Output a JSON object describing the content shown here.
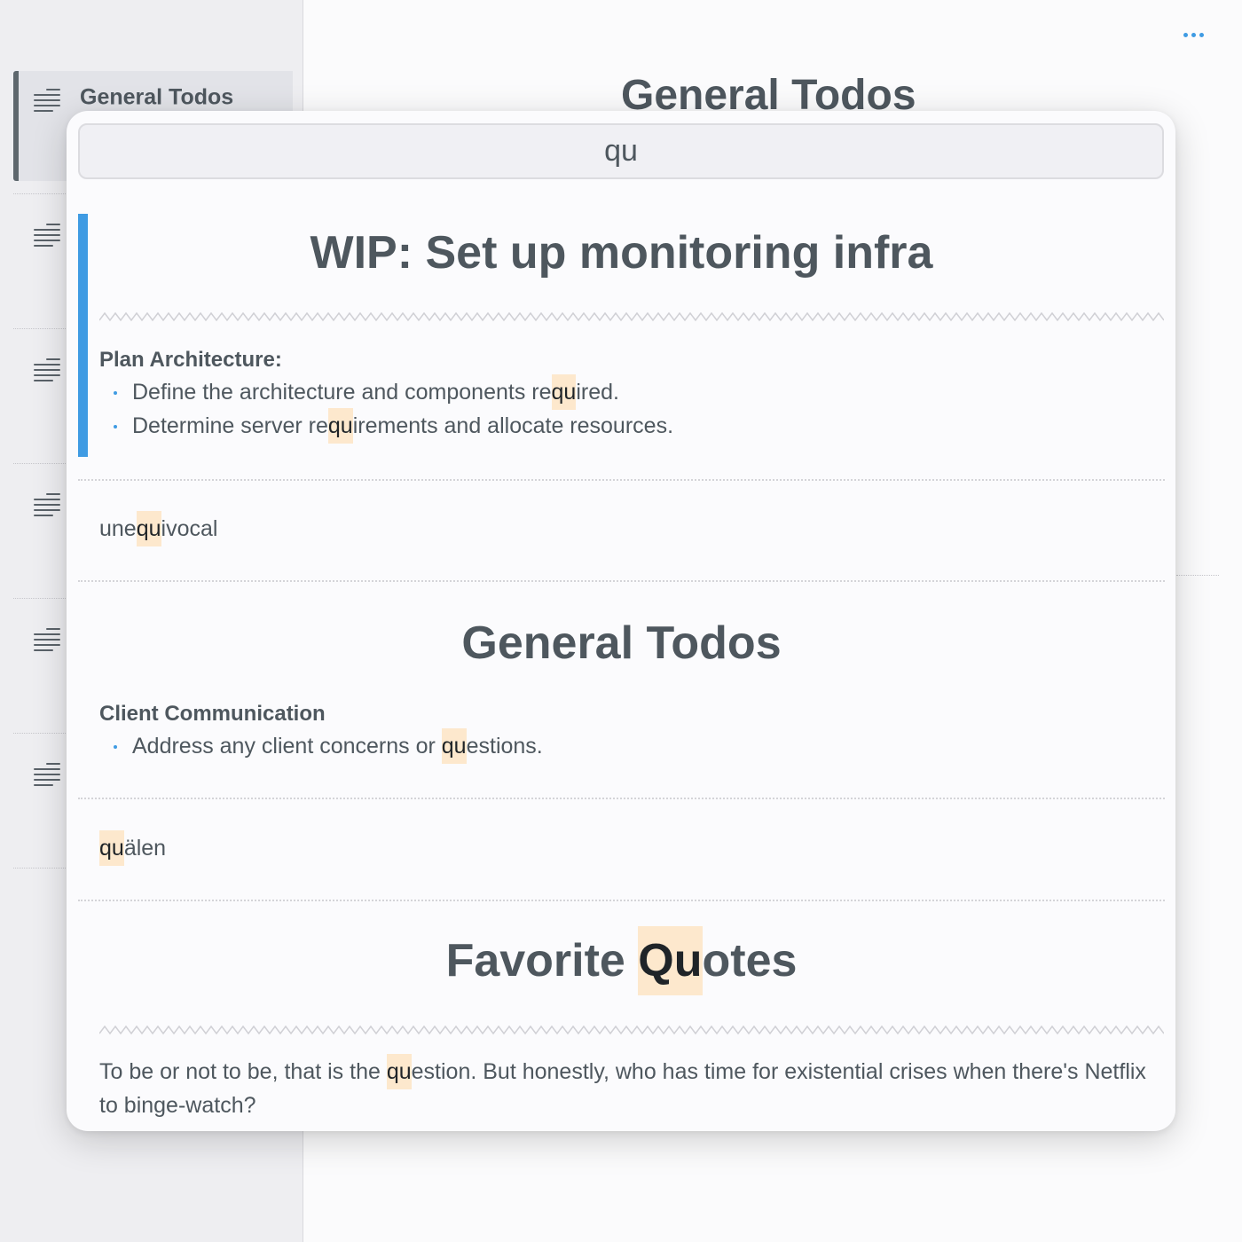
{
  "sidebar": {
    "active_title": "General Todos",
    "icon": "text-lines-icon"
  },
  "editor": {
    "title": "General Todos",
    "more_icon": "more-dots-icon",
    "accent_color": "#3f9be3"
  },
  "search": {
    "query": "qu",
    "results": [
      {
        "title_parts": [
          "WIP: Set up monitoring infra"
        ],
        "heading": "Plan Architecture:",
        "bullets": [
          {
            "pre": "Define the architecture and components re",
            "hl": "qu",
            "post": "ired."
          },
          {
            "pre": "Determine server re",
            "hl": "qu",
            "post": "irements and allocate resources."
          }
        ]
      },
      {
        "text": {
          "pre": "une",
          "hl": "qu",
          "post": "ivocal"
        }
      },
      {
        "title": "General Todos",
        "heading": "Client Communication",
        "bullets": [
          {
            "pre": "Address any client concerns or ",
            "hl": "qu",
            "post": "estions."
          }
        ]
      },
      {
        "text": {
          "pre": "",
          "hl": "qu",
          "post": "älen"
        }
      },
      {
        "title": {
          "pre": "Favorite ",
          "hl": "Qu",
          "post": "otes"
        },
        "paragraph": {
          "pre": "To be or not to be, that is the ",
          "hl": "qu",
          "post": "estion. But honestly, who has time for existential crises when there's Netflix to binge-watch?"
        }
      }
    ]
  },
  "colors": {
    "highlight": "#fde8cd",
    "selection_bar": "#3f9be3"
  }
}
